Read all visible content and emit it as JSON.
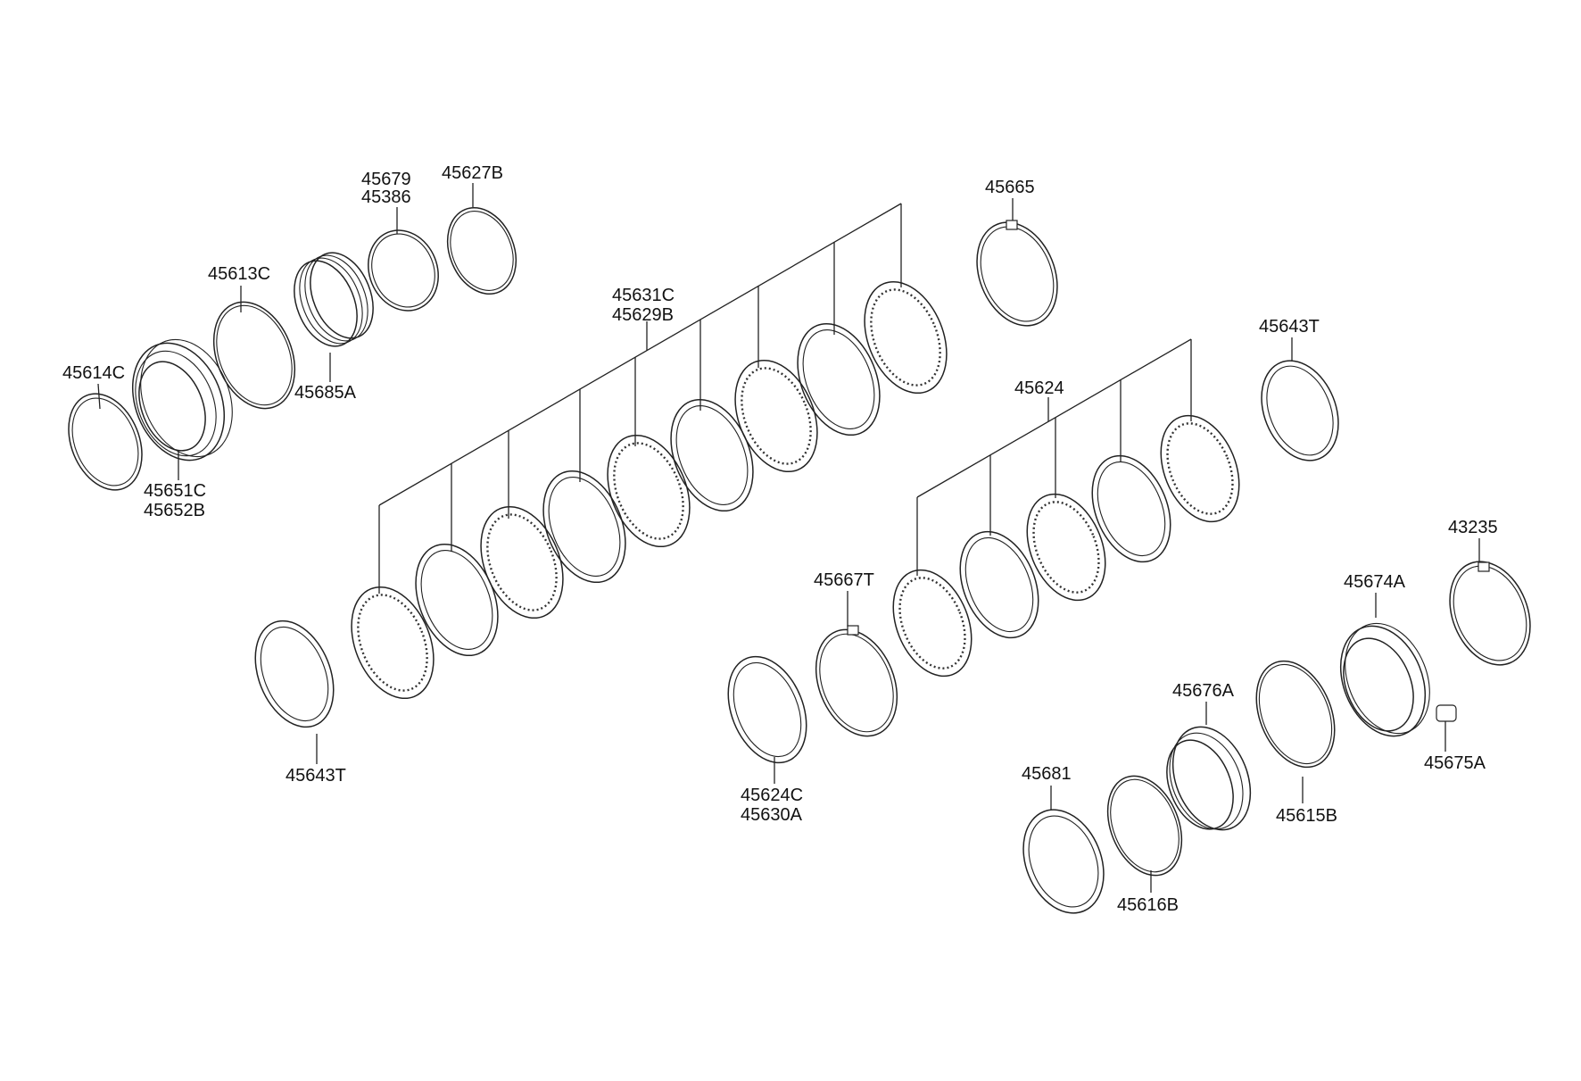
{
  "diagram": {
    "labels": [
      {
        "id": "p45614C",
        "text": "45614C"
      },
      {
        "id": "p45651C",
        "text": "45651C"
      },
      {
        "id": "p45652B",
        "text": "45652B"
      },
      {
        "id": "p45613C",
        "text": "45613C"
      },
      {
        "id": "p45685A",
        "text": "45685A"
      },
      {
        "id": "p45679",
        "text": "45679"
      },
      {
        "id": "p45386",
        "text": "45386"
      },
      {
        "id": "p45627B",
        "text": "45627B"
      },
      {
        "id": "p45631C",
        "text": "45631C"
      },
      {
        "id": "p45629B",
        "text": "45629B"
      },
      {
        "id": "p45665",
        "text": "45665"
      },
      {
        "id": "p45643T_top",
        "text": "45643T"
      },
      {
        "id": "p45624",
        "text": "45624"
      },
      {
        "id": "p45643T_bottom",
        "text": "45643T"
      },
      {
        "id": "p45667T",
        "text": "45667T"
      },
      {
        "id": "p45624C",
        "text": "45624C"
      },
      {
        "id": "p45630A",
        "text": "45630A"
      },
      {
        "id": "p43235",
        "text": "43235"
      },
      {
        "id": "p45674A",
        "text": "45674A"
      },
      {
        "id": "p45676A",
        "text": "45676A"
      },
      {
        "id": "p45675A",
        "text": "45675A"
      },
      {
        "id": "p45681",
        "text": "45681"
      },
      {
        "id": "p45615B",
        "text": "45615B"
      },
      {
        "id": "p45616B",
        "text": "45616B"
      }
    ]
  }
}
